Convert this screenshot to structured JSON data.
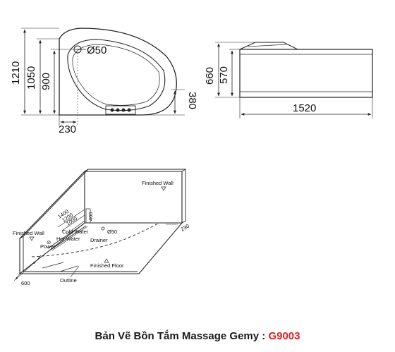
{
  "top_view": {
    "dims": {
      "overall_depth": "1210",
      "depth": "1050",
      "inner": "900",
      "drain_offset": "230",
      "side": "380",
      "drain": "Ø50"
    }
  },
  "side_view": {
    "dims": {
      "height": "660",
      "inner_height": "570",
      "length": "1520"
    }
  },
  "install_view": {
    "labels": {
      "finished_wall_right": "Finished Wall",
      "finished_wall_left": "Finished Wall",
      "cold_water": "Cold Water",
      "hot_water": "Hot Water",
      "power": "Power",
      "drainer": "Drainer",
      "drain_size": "Ø50",
      "finished_floor": "Finished Floor",
      "outline": "Outline"
    },
    "dims": {
      "d1400": "1400",
      "d1200": "1200",
      "d1000": "1000",
      "d400": "400",
      "d230": "230",
      "d600": "600"
    }
  },
  "caption": {
    "title": "Bản Vẽ Bồn Tắm Massage Gemy : ",
    "model": "G9003"
  },
  "colors": {
    "line": "#222222",
    "model": "#e31b23"
  }
}
